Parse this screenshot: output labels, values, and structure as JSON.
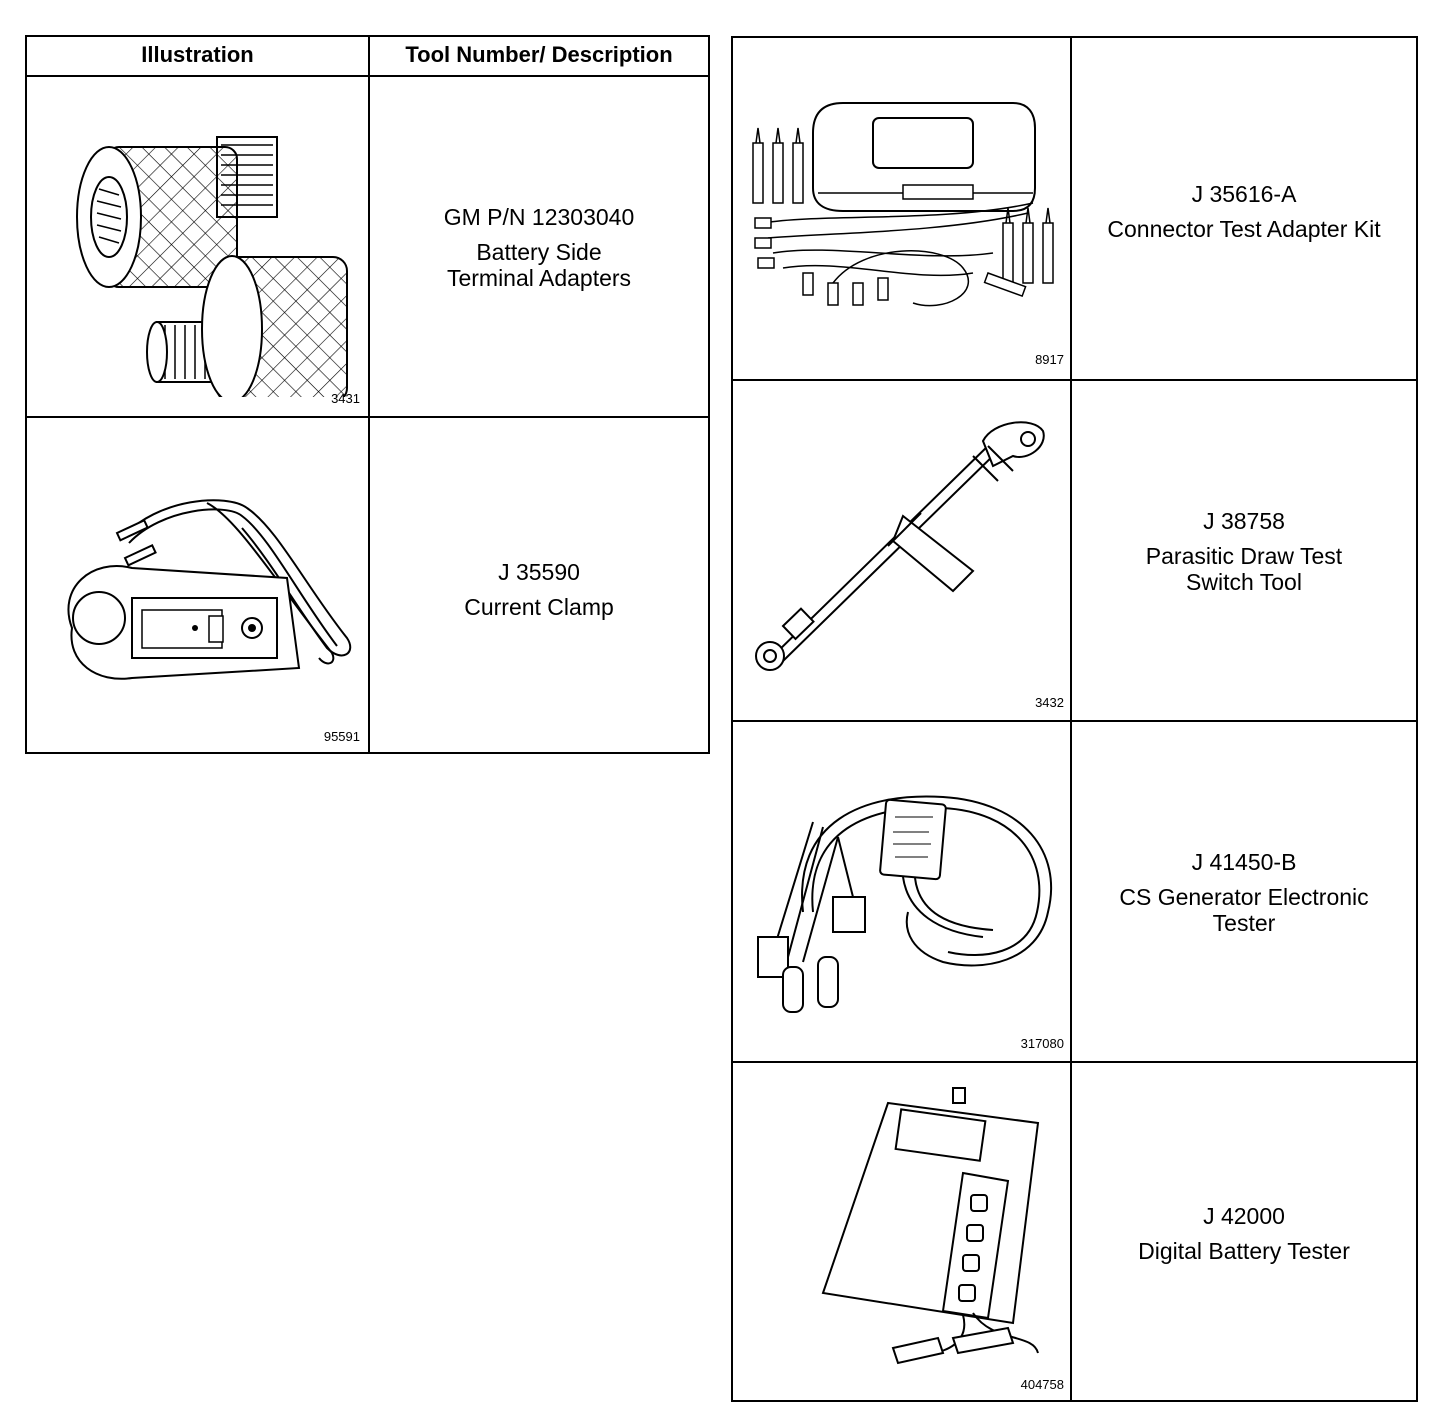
{
  "left_table": {
    "header": {
      "illustration": "Illustration",
      "description": "Tool Number/ Description"
    },
    "rows": [
      {
        "tool_number": "GM P/N 12303040",
        "name": "Battery Side\nTerminal Adapters",
        "figure_number": "3431",
        "illustration_icon": "terminal-adapters-icon"
      },
      {
        "tool_number": "J 35590",
        "name": "Current Clamp",
        "figure_number": "95591",
        "illustration_icon": "current-clamp-icon"
      }
    ]
  },
  "right_table": {
    "rows": [
      {
        "tool_number": "J 35616-A",
        "name": "Connector Test Adapter Kit",
        "figure_number": "8917",
        "illustration_icon": "adapter-kit-icon"
      },
      {
        "tool_number": "J 38758",
        "name": "Parasitic Draw Test\nSwitch Tool",
        "figure_number": "3432",
        "illustration_icon": "switch-tool-icon"
      },
      {
        "tool_number": "J 41450-B",
        "name": "CS Generator Electronic\nTester",
        "figure_number": "317080",
        "illustration_icon": "generator-tester-icon"
      },
      {
        "tool_number": "J 42000",
        "name": "Digital Battery Tester",
        "figure_number": "404758",
        "illustration_icon": "battery-tester-icon"
      }
    ]
  }
}
